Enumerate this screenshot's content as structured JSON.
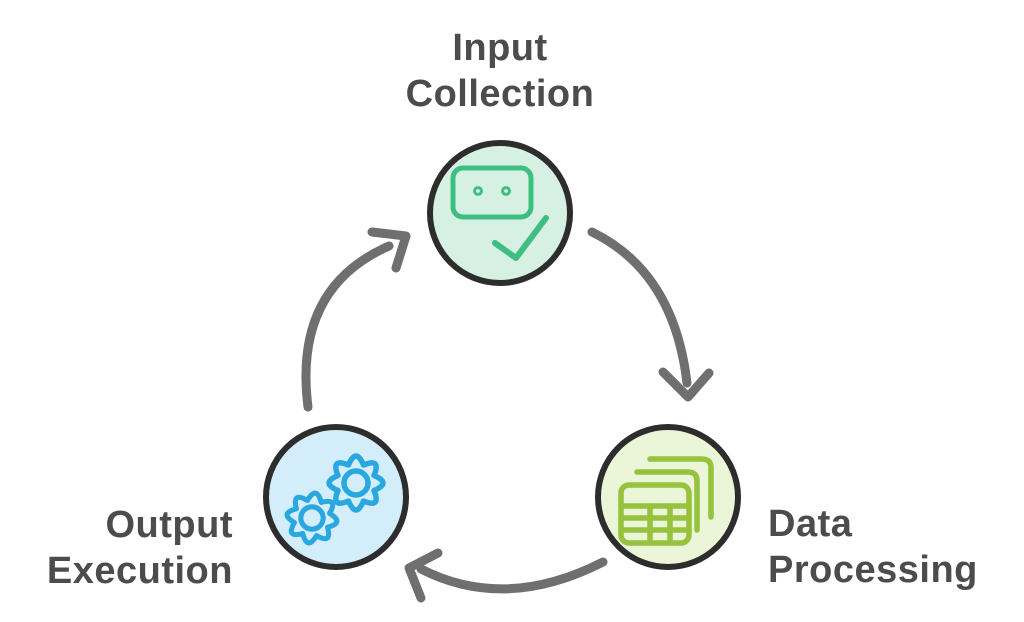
{
  "diagram": {
    "type": "cycle",
    "nodes": [
      {
        "id": "input-collection",
        "label": "Input Collection",
        "lines": [
          "Input",
          "Collection"
        ],
        "icon": "chatbot-check-icon"
      },
      {
        "id": "data-processing",
        "label": "Data Processing",
        "lines": [
          "Data",
          "Processing"
        ],
        "icon": "stacked-tables-icon"
      },
      {
        "id": "output-execution",
        "label": "Output Execution",
        "lines": [
          "Output",
          "Execution"
        ],
        "icon": "gears-icon"
      }
    ],
    "arrows": [
      {
        "from": "input-collection",
        "to": "data-processing"
      },
      {
        "from": "data-processing",
        "to": "output-execution"
      },
      {
        "from": "output-execution",
        "to": "input-collection"
      }
    ],
    "colors": {
      "background": "#ffffff",
      "text": "#4c4c4c",
      "arrow": "#6f6f6f",
      "node_outline": "#2d2d2d",
      "input_fill": "#d6f1e3",
      "input_icon": "#3fbe82",
      "data_fill": "#ebf5d8",
      "data_icon": "#96c23d",
      "output_fill": "#d4edfa",
      "output_icon": "#29a8e0"
    }
  }
}
